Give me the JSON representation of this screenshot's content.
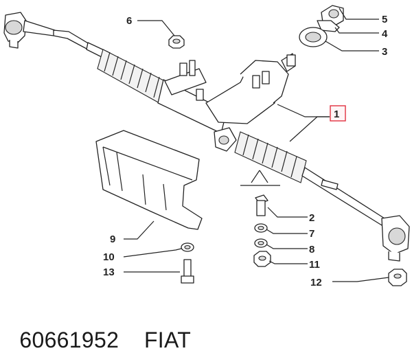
{
  "diagram": {
    "callouts": [
      {
        "id": "1",
        "label": "1",
        "highlighted": true
      },
      {
        "id": "2",
        "label": "2"
      },
      {
        "id": "3",
        "label": "3"
      },
      {
        "id": "4",
        "label": "4"
      },
      {
        "id": "5",
        "label": "5"
      },
      {
        "id": "6",
        "label": "6"
      },
      {
        "id": "7",
        "label": "7"
      },
      {
        "id": "8",
        "label": "8"
      },
      {
        "id": "9",
        "label": "9"
      },
      {
        "id": "10",
        "label": "10"
      },
      {
        "id": "11",
        "label": "11"
      },
      {
        "id": "12",
        "label": "12"
      },
      {
        "id": "13",
        "label": "13"
      }
    ],
    "highlight_color": "#e03040"
  },
  "caption": {
    "part_number": "60661952",
    "brand": "FIAT"
  }
}
